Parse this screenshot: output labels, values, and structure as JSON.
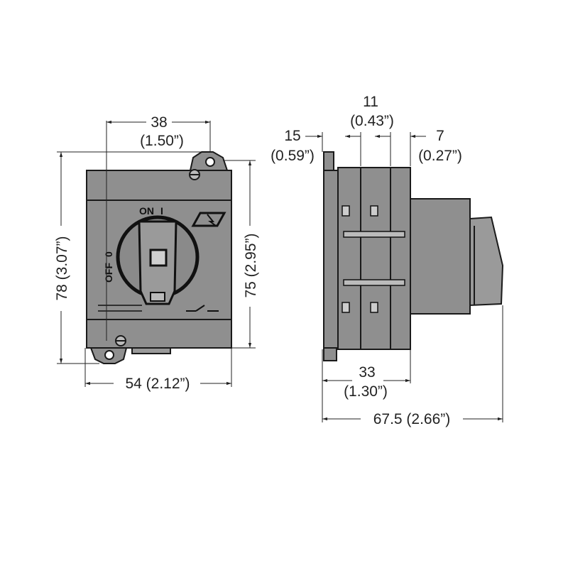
{
  "front_view": {
    "dim_mount_spacing": "38",
    "dim_mount_spacing_in": "(1.50”)",
    "dim_width": "54 (2.12”)",
    "dim_total_height": "78 (3.07”)",
    "dim_body_height": "75 (2.95”)",
    "label_on": "ON",
    "label_off": "OFF",
    "label_zero": "0",
    "label_one": "I"
  },
  "side_view": {
    "dim_front_depth": "15",
    "dim_front_depth_in": "(0.59”)",
    "dim_module": "11",
    "dim_module_in": "(0.43”)",
    "dim_rear": "7",
    "dim_rear_in": "(0.27”)",
    "dim_body_depth": "33",
    "dim_body_depth_in": "(1.30”)",
    "dim_total_depth": "67.5 (2.66”)"
  },
  "colors": {
    "body": "#8f8f8f",
    "outline": "#1a1a1a",
    "dimension_lines": "#222222"
  }
}
